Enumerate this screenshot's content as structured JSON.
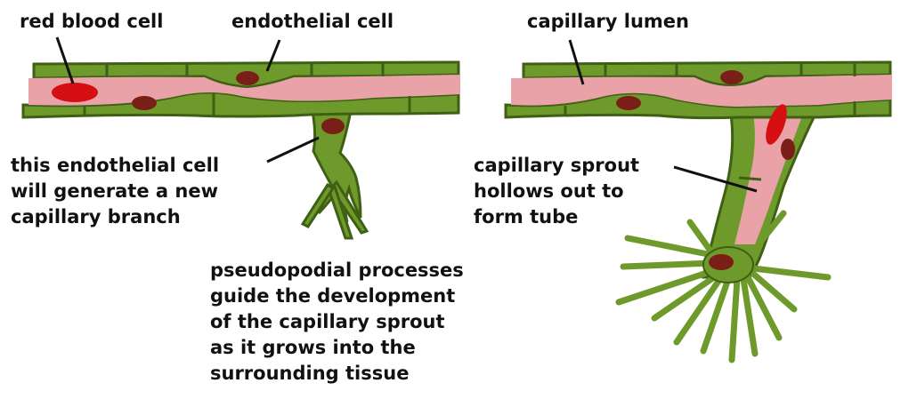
{
  "colors": {
    "tissue_green": "#6e9a2c",
    "tissue_outline": "#3f5f14",
    "lumen_pink": "#e9a3a8",
    "nucleus": "#7a1f18",
    "blood_red": "#d50f12",
    "label_text": "#111111"
  },
  "labels": {
    "red_blood_cell": "red blood cell",
    "endothelial_cell": "endothelial cell",
    "capillary_lumen": "capillary lumen",
    "new_branch": [
      "this endothelial cell",
      "will generate a new",
      "capillary branch"
    ],
    "sprout_hollows": [
      "capillary sprout",
      "hollows out to",
      "form tube"
    ],
    "pseudopodial": [
      "pseudopodial processes",
      "guide the development",
      "of the capillary sprout",
      "as it grows into the",
      "surrounding tissue"
    ]
  }
}
